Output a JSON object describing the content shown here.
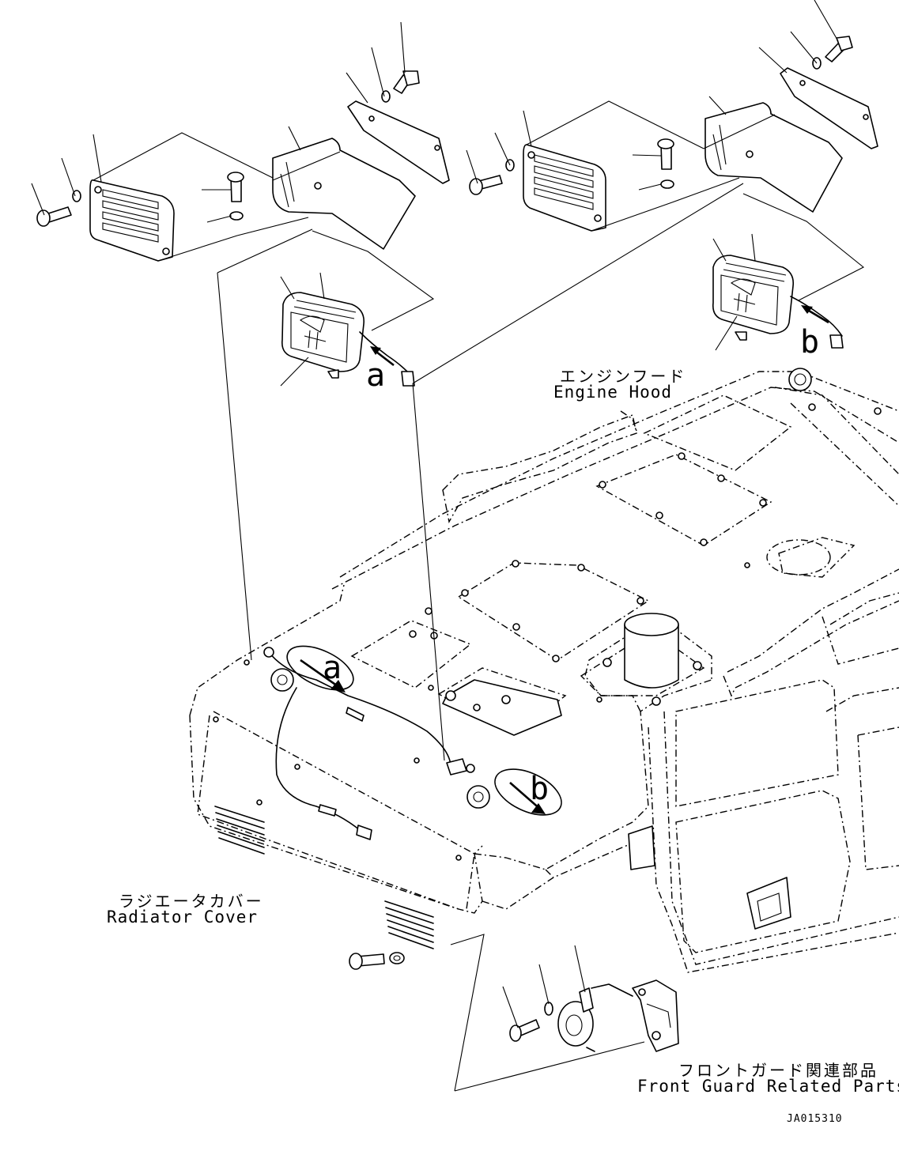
{
  "labels": {
    "engine_hood_jp": "エンジンフード",
    "engine_hood_en": "Engine Hood",
    "radiator_cover_jp": "ラジエータカバー",
    "radiator_cover_en": "Radiator Cover",
    "front_guard_jp": "フロントガード関連部品",
    "front_guard_en": "Front Guard Related Parts",
    "drawing_number": "JA015310"
  },
  "reference_marks": {
    "a": "a",
    "b": "b"
  }
}
